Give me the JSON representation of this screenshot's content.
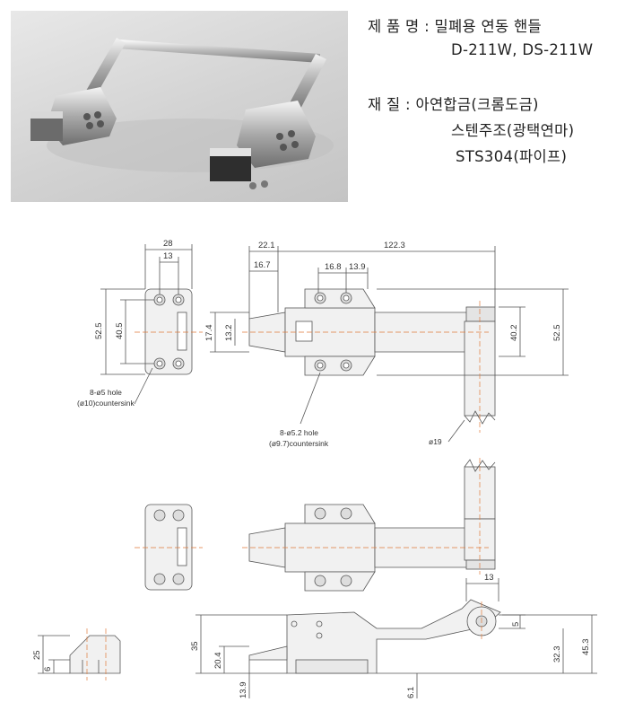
{
  "spec": {
    "product_label": "제 품 명 :",
    "product_name": "밀폐용 연동 핸들",
    "models": "D-211W, DS-211W",
    "material_label": "재      질 :",
    "material_1": "아연합금(크롬도금)",
    "material_2": "스텐주조(광택연마)",
    "material_3": "STS304(파이프)"
  },
  "dims": {
    "w28": "28",
    "w13": "13",
    "h52_5": "52.5",
    "h40_5": "40.5",
    "d22_1": "22.1",
    "d122_3": "122.3",
    "d16_7": "16.7",
    "d16_8": "16.8",
    "d13_9": "13.9",
    "d17_4": "17.4",
    "d13_2": "13.2",
    "d40_2": "40.2",
    "d52_5r": "52.5",
    "d13s": "13",
    "d5": "5",
    "d32_3": "32.3",
    "d45_3": "45.3",
    "d35": "35",
    "d20_4": "20.4",
    "d13_9b": "13.9",
    "d6_1": "6.1",
    "d25": "25",
    "d6": "6"
  },
  "notes": {
    "hole_left_1": "8-ø5 hole",
    "hole_left_2": "(ø10)countersink",
    "hole_mid_1": "8-ø5.2 hole",
    "hole_mid_2": "(ø9.7)countersink",
    "pipe": "ø19"
  }
}
